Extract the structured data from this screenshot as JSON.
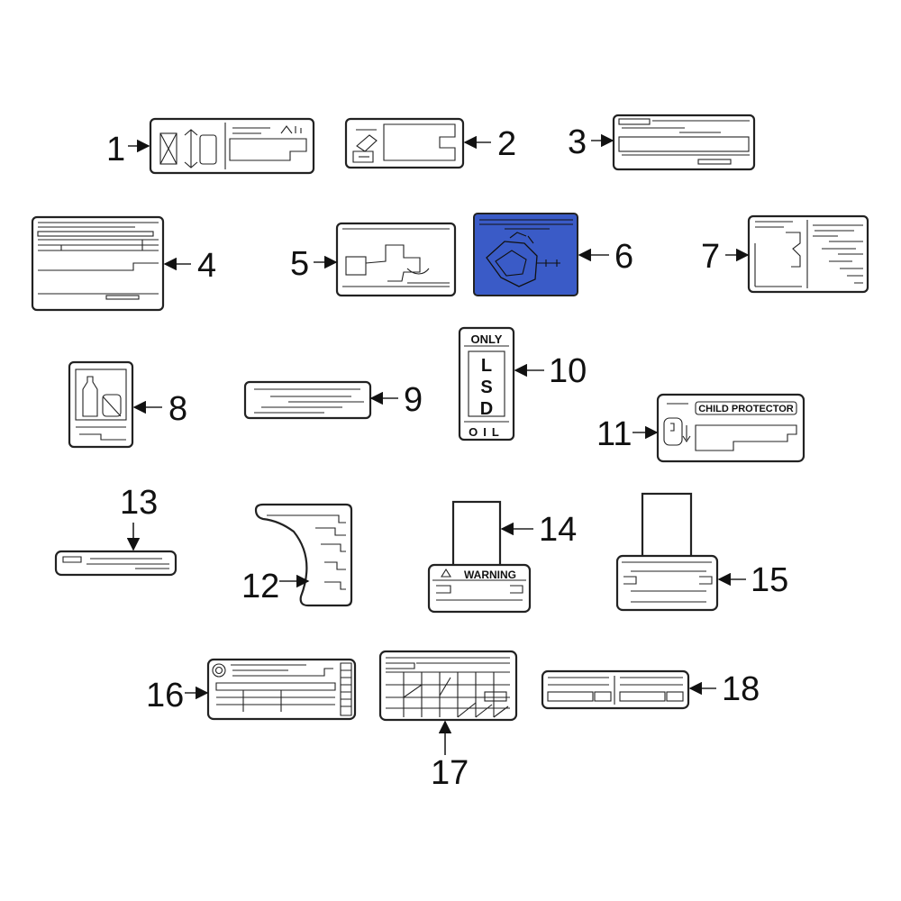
{
  "callouts": [
    {
      "num": "1"
    },
    {
      "num": "2"
    },
    {
      "num": "3"
    },
    {
      "num": "4"
    },
    {
      "num": "5"
    },
    {
      "num": "6"
    },
    {
      "num": "7"
    },
    {
      "num": "8"
    },
    {
      "num": "9"
    },
    {
      "num": "10"
    },
    {
      "num": "11"
    },
    {
      "num": "12"
    },
    {
      "num": "13"
    },
    {
      "num": "14"
    },
    {
      "num": "15"
    },
    {
      "num": "16"
    },
    {
      "num": "17"
    },
    {
      "num": "18"
    }
  ],
  "labels": {
    "lsd_top": "ONLY",
    "lsd_l": "L",
    "lsd_s": "S",
    "lsd_d": "D",
    "lsd_bottom": "OIL",
    "child_protector": "CHILD PROTECTOR",
    "warning": "WARNING"
  },
  "colors": {
    "highlight": "#3a5bc7",
    "line": "#222222"
  }
}
